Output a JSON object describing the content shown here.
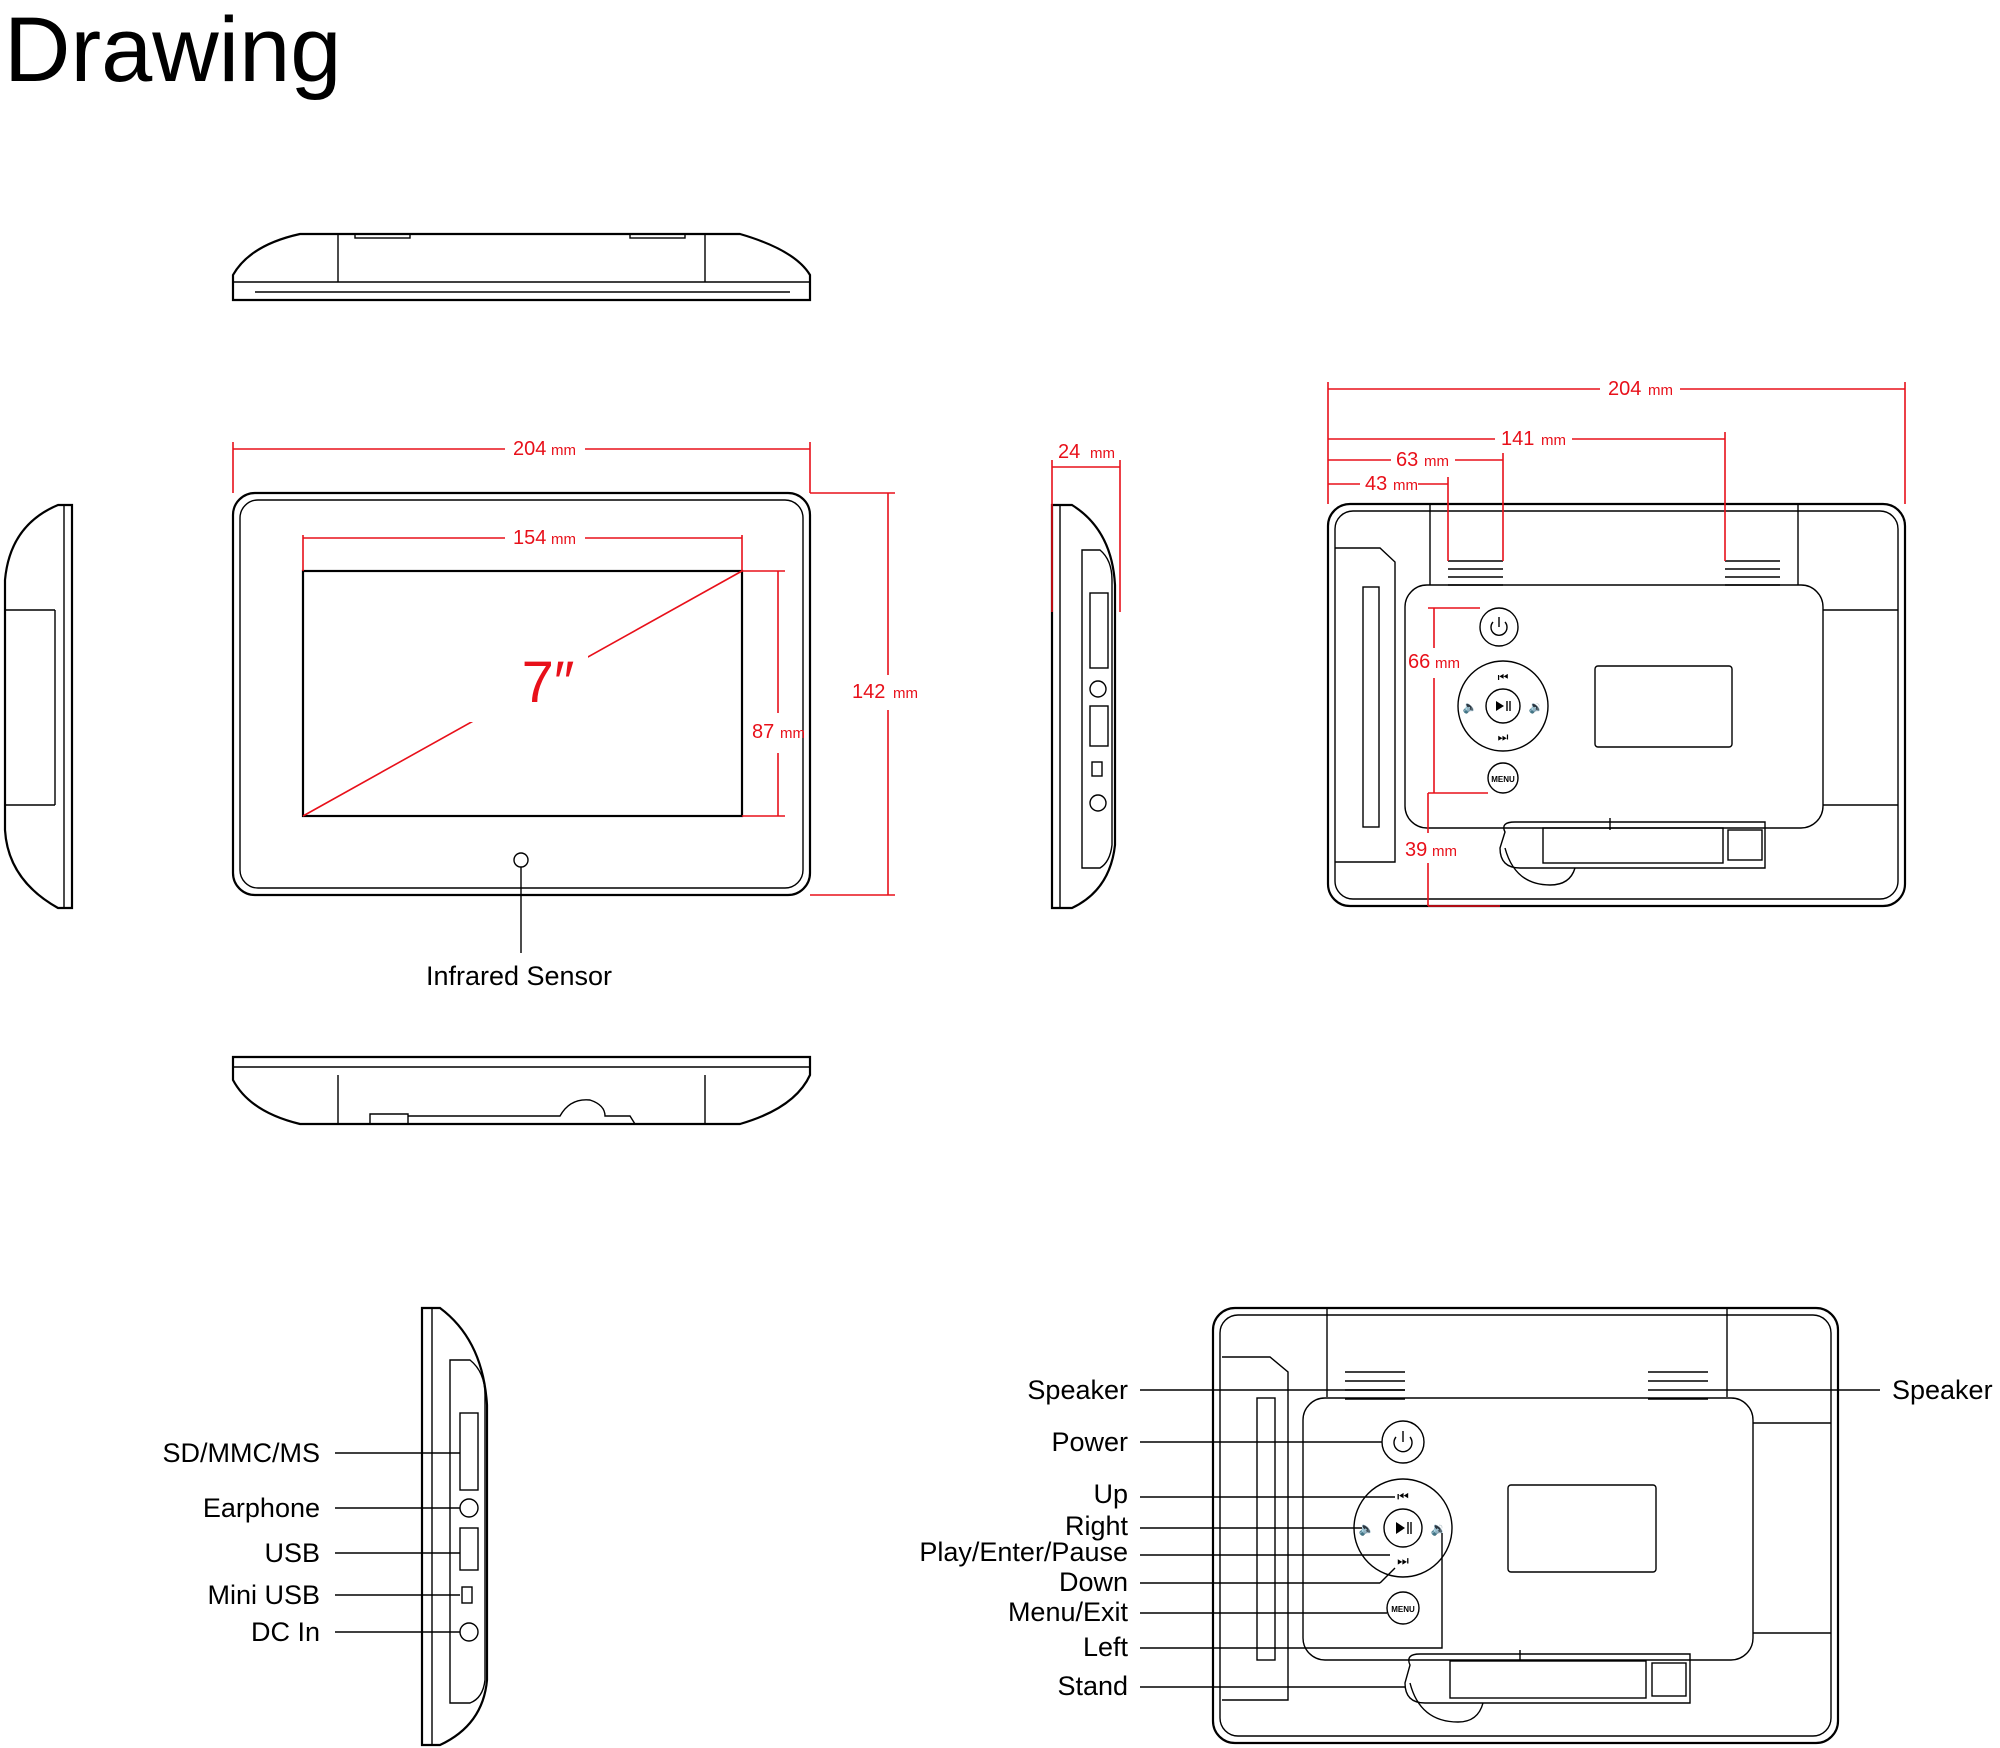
{
  "title": "Drawing",
  "screen_diagonal": "7″",
  "dimensions": {
    "front_width": "204",
    "front_height": "142",
    "screen_width": "154",
    "screen_height": "87",
    "depth": "24",
    "back_width": "204",
    "back_141": "141",
    "back_63": "63",
    "back_43": "43",
    "back_66": "66",
    "back_39": "39",
    "unit": "mm"
  },
  "labels": {
    "infrared_sensor": "Infrared Sensor",
    "side_ports": [
      "SD/MMC/MS",
      "Earphone",
      "USB",
      "Mini USB",
      "DC In"
    ],
    "rear_controls": [
      "Speaker",
      "Power",
      "Up",
      "Right",
      "Play/Enter/Pause",
      "Down",
      "Menu/Exit",
      "Left",
      "Stand"
    ],
    "speaker_right": "Speaker",
    "menu_button": "MENU"
  },
  "colors": {
    "dimension": "#e8101a",
    "outline": "#000000"
  }
}
